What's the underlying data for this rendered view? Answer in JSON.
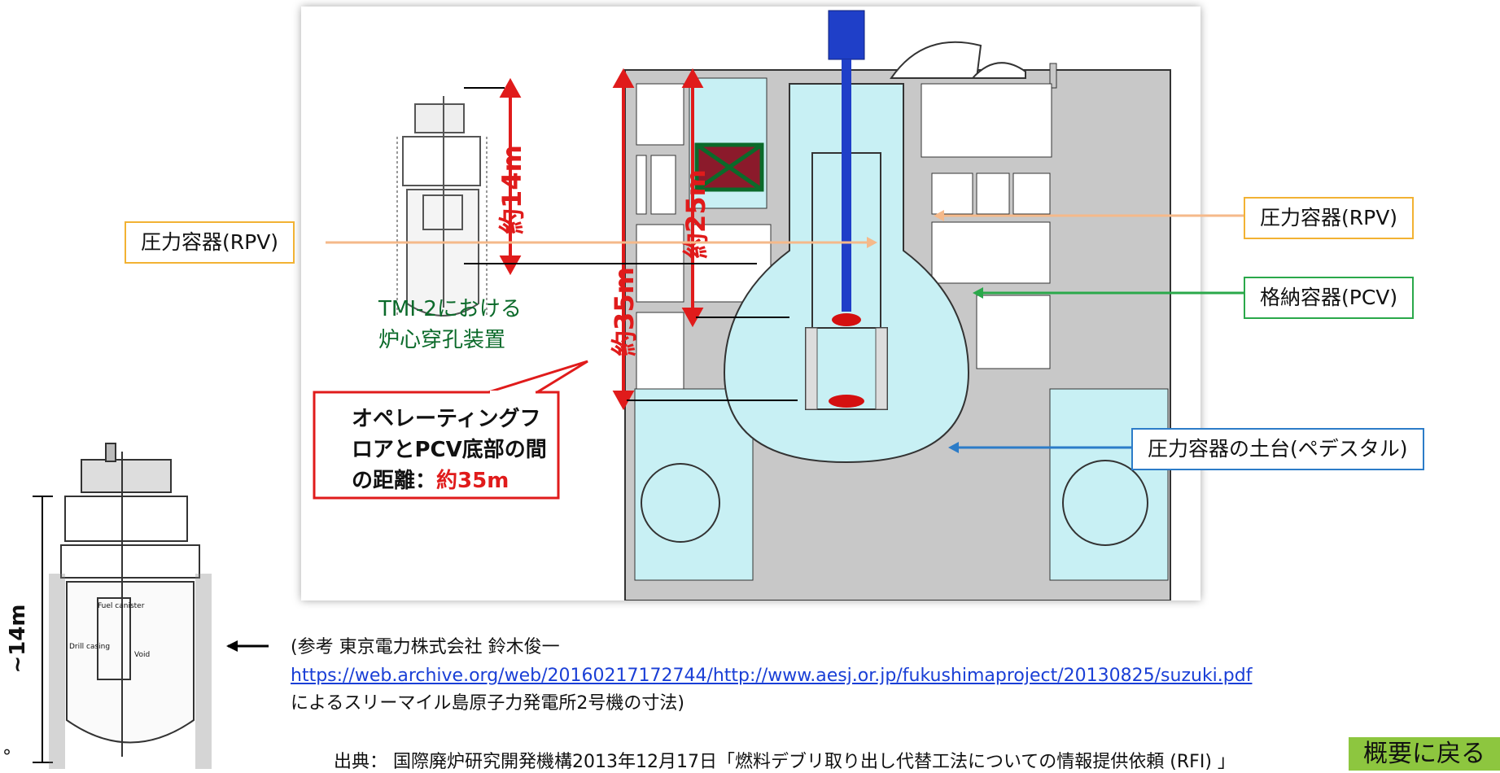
{
  "callouts": {
    "rpv_left": "圧力容器(RPV)",
    "rpv_right": "圧力容器(RPV)",
    "pcv": "格納容器(PCV)",
    "pedestal": "圧力容器の土台(ペデスタル)"
  },
  "diagram": {
    "dim_14": "約14m",
    "dim_25": "約25m",
    "dim_35": "約35m",
    "tmi_label_line1": "TMI-2における",
    "tmi_label_line2": "炉心穿孔装置",
    "op_note_line1": "オペレーティングフ",
    "op_note_line2": "ロアとPCV底部の間",
    "op_note_line3_a": "の距離：",
    "op_note_line3_b": "約35m",
    "mini_dim": "~14m",
    "mini_fuel": "Fuel canister",
    "mini_drill": "Drill casing",
    "mini_void": "Void"
  },
  "reference": {
    "line1": "(参考 東京電力株式会社 鈴木俊一",
    "link": "https://web.archive.org/web/20160217172744/http://www.aesj.or.jp/fukushimaproject/20130825/suzuki.pdf",
    "line3": "によるスリーマイル島原子力発電所2号機の寸法)"
  },
  "source": "出典： 国際廃炉研究開発機構2013年12月17日「燃料デブリ取り出し代替工法についての情報提供依頼 (RFI) 」",
  "back_button": "概要に戻る",
  "bullet": "°"
}
